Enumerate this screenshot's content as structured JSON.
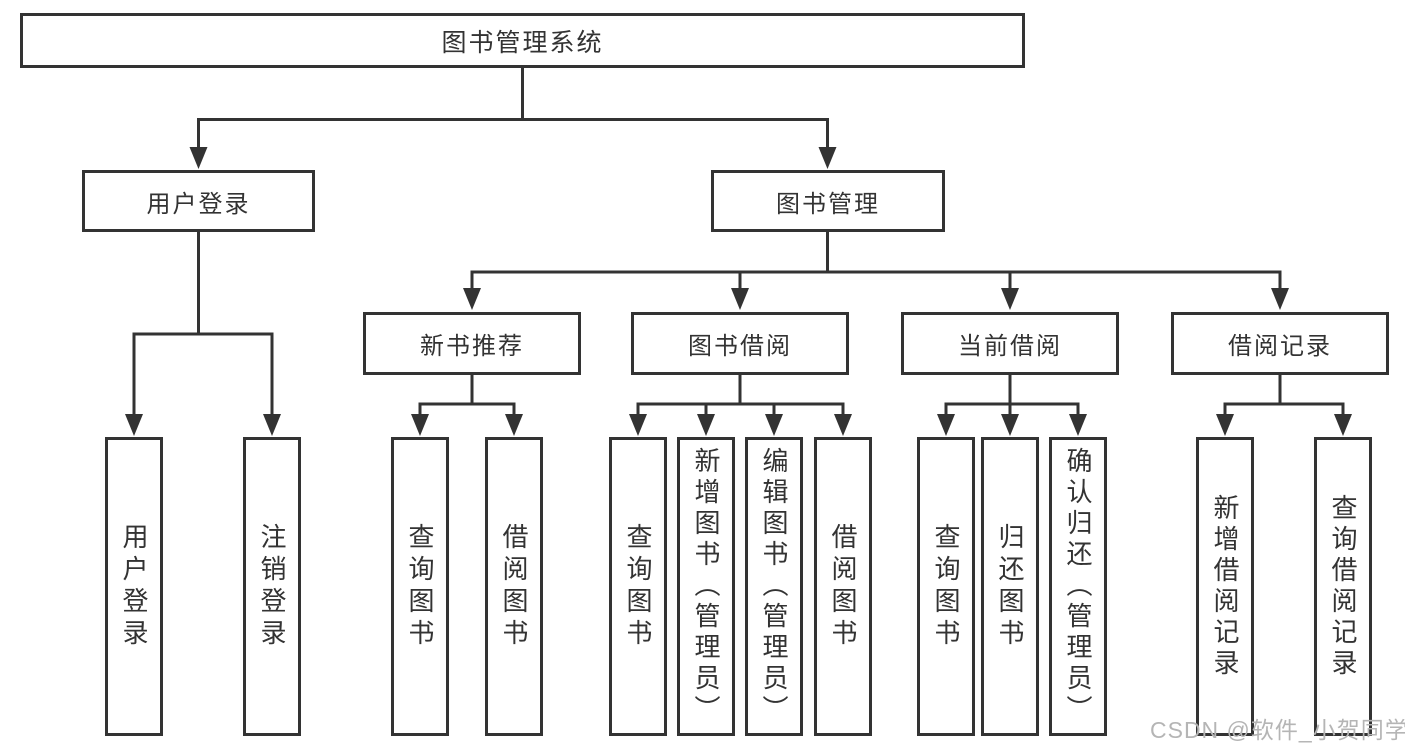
{
  "diagram": {
    "root": {
      "label": "图书管理系统",
      "children": [
        {
          "label": "用户登录",
          "children": [
            {
              "label": "用户登录"
            },
            {
              "label": "注销登录"
            }
          ]
        },
        {
          "label": "图书管理",
          "children": [
            {
              "label": "新书推荐",
              "children": [
                {
                  "label": "查询图书"
                },
                {
                  "label": "借阅图书"
                }
              ]
            },
            {
              "label": "图书借阅",
              "children": [
                {
                  "label": "查询图书"
                },
                {
                  "label": "新增图书（管理员）"
                },
                {
                  "label": "编辑图书（管理员）"
                },
                {
                  "label": "借阅图书"
                }
              ]
            },
            {
              "label": "当前借阅",
              "children": [
                {
                  "label": "查询图书"
                },
                {
                  "label": "归还图书"
                },
                {
                  "label": "确认归还（管理员）"
                }
              ]
            },
            {
              "label": "借阅记录",
              "children": [
                {
                  "label": "新增借阅记录"
                },
                {
                  "label": "查询借阅记录"
                }
              ]
            }
          ]
        }
      ]
    }
  },
  "watermark": {
    "text": "CSDN @软件_小贺同学"
  },
  "colors": {
    "line": "#333333",
    "text": "#333333",
    "watermark": "#b5b5b5",
    "background": "#ffffff"
  }
}
